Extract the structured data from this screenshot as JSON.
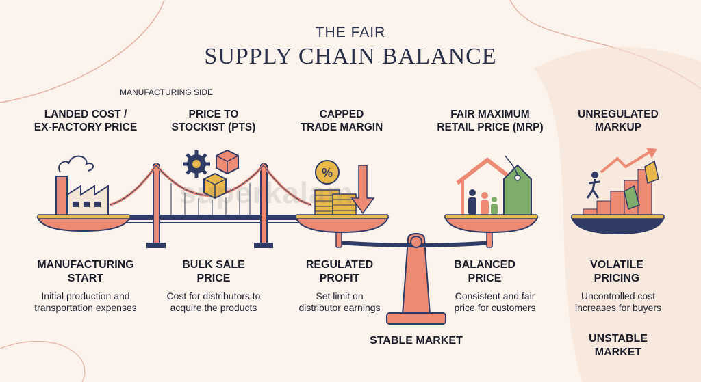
{
  "title": {
    "line1": "THE FAIR",
    "line2": "SUPPLY CHAIN BALANCE"
  },
  "side_label": "MANUFACTURING SIDE",
  "watermark": "superkalam",
  "stages": [
    {
      "heading": "LANDED COST /\nEX-FACTORY PRICE",
      "subheading": "MANUFACTURING\nSTART",
      "description": "Initial production and\ntransportation expenses"
    },
    {
      "heading": "PRICE TO\nSTOCKIST (PTS)",
      "subheading": "BULK SALE\nPRICE",
      "description": "Cost for distributors to\nacquire the products"
    },
    {
      "heading": "CAPPED\nTRADE MARGIN",
      "subheading": "REGULATED\nPROFIT",
      "description": "Set limit on\ndistributor earnings"
    },
    {
      "heading": "FAIR MAXIMUM\nRETAIL PRICE (MRP)",
      "subheading": "BALANCED\nPRICE",
      "description": "Consistent and fair\nprice for customers"
    },
    {
      "heading": "UNREGULATED\nMARKUP",
      "subheading": "VOLATILE\nPRICING",
      "description": "Uncontrolled cost\nincreases for buyers"
    }
  ],
  "stable_label": "STABLE MARKET",
  "unstable_label": "UNSTABLE\nMARKET",
  "coin_symbol": "%",
  "colors": {
    "navy": "#2f3b64",
    "salmon": "#ec8a74",
    "gold": "#e8b84a",
    "green": "#7fae6a",
    "background": "#fbf3ec"
  }
}
